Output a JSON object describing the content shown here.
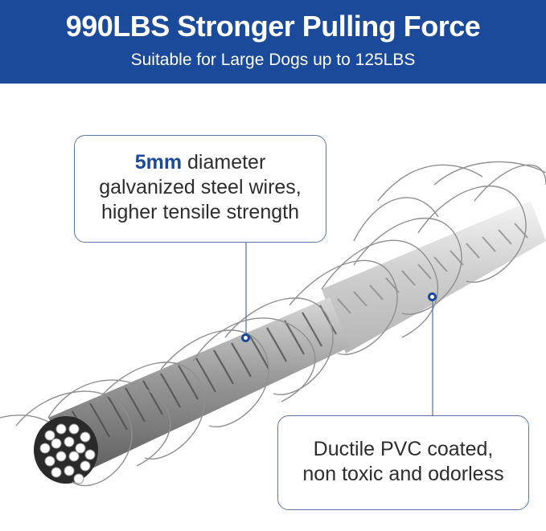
{
  "banner": {
    "title": "990LBS Stronger Pulling Force",
    "subtitle": "Suitable for Large Dogs up to 125LBS"
  },
  "callout_left": {
    "highlight": "5mm",
    "line1_rest": " diameter",
    "line2": "galvanized steel wires,",
    "line3": "higher tensile strength"
  },
  "callout_right": {
    "line1": "Ductile PVC coated,",
    "line2": "non toxic and odorless"
  },
  "colors": {
    "brand_blue": "#1b4a9b",
    "callout_border": "#5b7aa3"
  }
}
